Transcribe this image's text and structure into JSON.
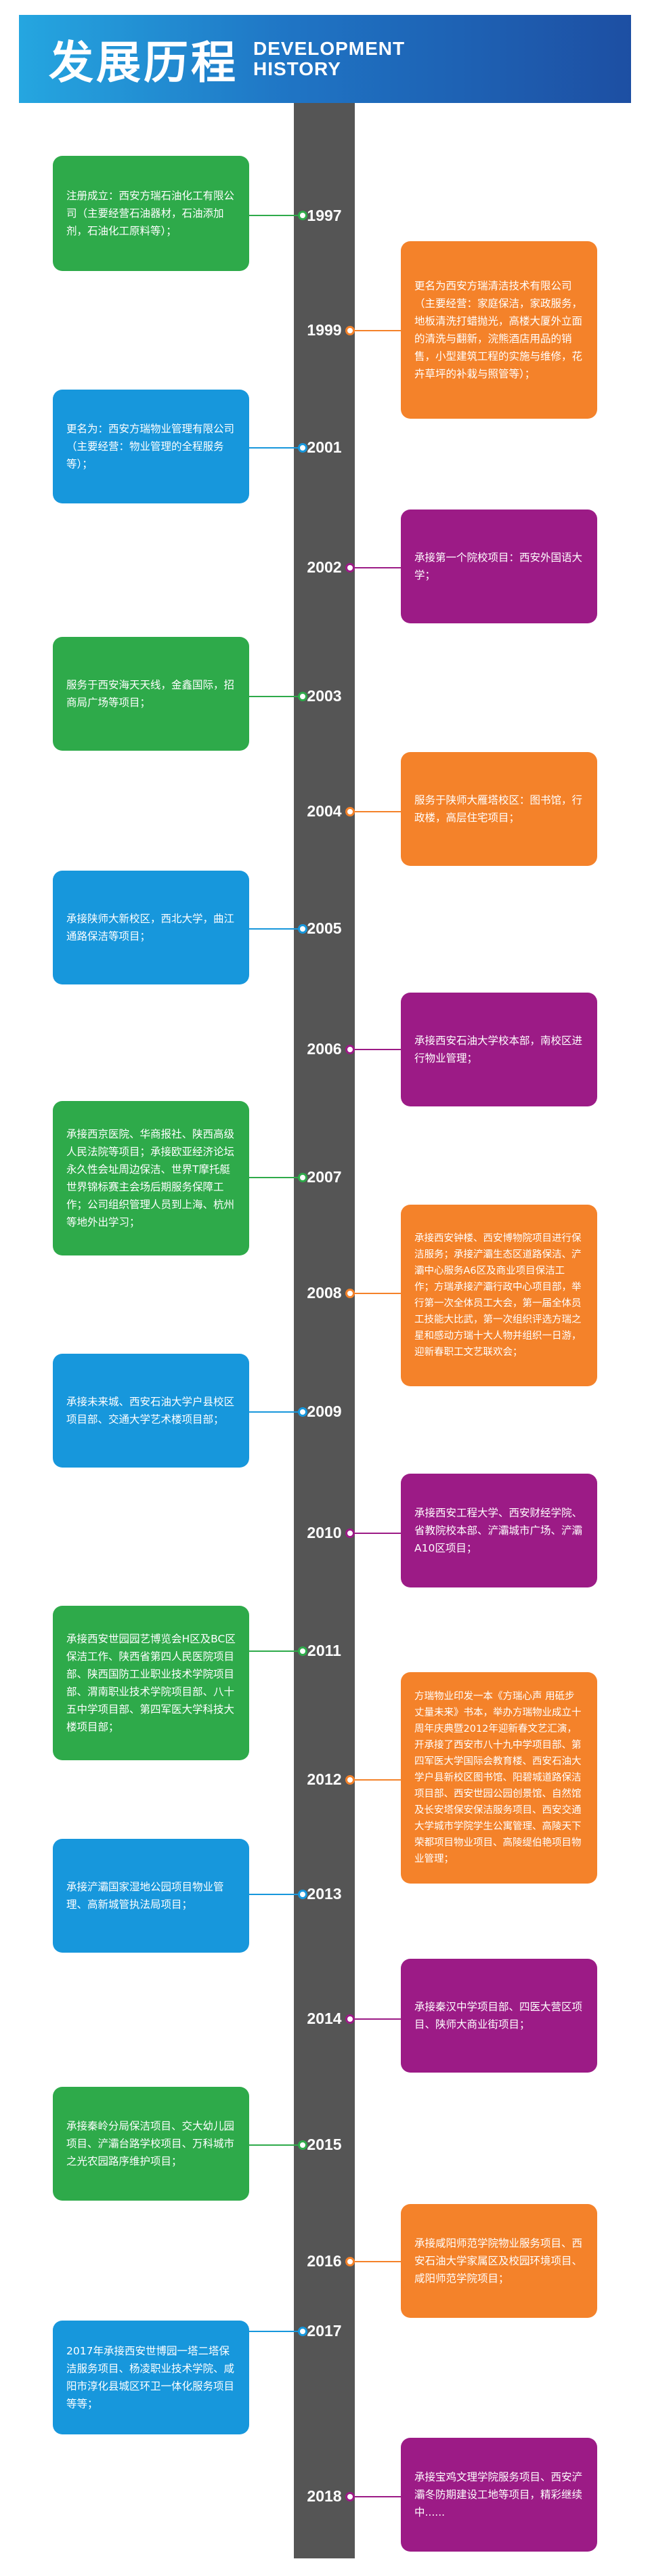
{
  "header": {
    "title_zh": "发展历程",
    "title_en_line1": "DEVELOPMENT",
    "title_en_line2": "HISTORY"
  },
  "colors": {
    "green": "#2eaa4a",
    "blue": "#1797dc",
    "orange": "#f4822a",
    "purple": "#9c1b86",
    "axis": "#555555"
  },
  "events": [
    {
      "year": "1997",
      "text": "注册成立：西安方瑞石油化工有限公司（主要经营石油器材，石油添加剂，石油化工原料等）；"
    },
    {
      "year": "1999",
      "text": "更名为西安方瑞清洁技术有限公司（主要经营：家庭保洁，家政服务，地板清洗打蜡抛光，高楼大厦外立面的清洗与翻新，浣熊酒店用品的销售，小型建筑工程的实施与维修，花卉草坪的补栽与照管等）；"
    },
    {
      "year": "2001",
      "text": "更名为：西安方瑞物业管理有限公司（主要经营：物业管理的全程服务等）；"
    },
    {
      "year": "2002",
      "text": "承接第一个院校项目：西安外国语大学；"
    },
    {
      "year": "2003",
      "text": "服务于西安海天天线，金鑫国际，招商局广场等项目；"
    },
    {
      "year": "2004",
      "text": "服务于陕师大雁塔校区：图书馆，行政楼，高层住宅项目；"
    },
    {
      "year": "2005",
      "text": "承接陕师大新校区，西北大学，曲江通路保洁等项目；"
    },
    {
      "year": "2006",
      "text": "承接西安石油大学校本部，南校区进行物业管理；"
    },
    {
      "year": "2007",
      "text": "承接西京医院、华商报社、陕西高级人民法院等项目；承接欧亚经济论坛永久性会址周边保洁、世界T摩托艇世界锦标赛主会场后期服务保障工作；公司组织管理人员到上海、杭州等地外出学习；"
    },
    {
      "year": "2008",
      "text": "承接西安钟楼、西安博物院项目进行保洁服务；承接浐灞生态区道路保洁、浐灞中心服务A6区及商业项目保洁工作；方瑞承接浐灞行政中心项目部，举行第一次全体员工大会，第一届全体员工技能大比武，第一次组织评选方瑞之星和感动方瑞十大人物并组织一日游，迎新春职工文艺联欢会；"
    },
    {
      "year": "2009",
      "text": "承接未来城、西安石油大学户县校区项目部、交通大学艺术楼项目部；"
    },
    {
      "year": "2010",
      "text": "承接西安工程大学、西安财经学院、省教院校本部、浐灞城市广场、浐灞A10区项目；"
    },
    {
      "year": "2011",
      "text": "承接西安世园园艺博览会H区及BC区保洁工作、陕西省第四人民医院项目部、陕西国防工业职业技术学院项目部、渭南职业技术学院项目部、八十五中学项目部、第四军医大学科技大楼项目部；"
    },
    {
      "year": "2012",
      "text": "方瑞物业印发一本《方瑞心声 用砥步丈量未来》书本，举办方瑞物业成立十周年庆典暨2012年迎新春文艺汇演，开承接了西安市八十九中学项目部、第四军医大学国际会教育楼、西安石油大学户县新校区图书馆、阳碧城道路保洁项目部、西安世园公园创景馆、自然馆及长安塔保安保洁服务项目、西安交通大学城市学院学生公寓管理、高陵天下荣都项目物业项目、高陵缇伯艳项目物业管理；"
    },
    {
      "year": "2013",
      "text": "承接浐灞国家湿地公园项目物业管理、高新城管执法局项目；"
    },
    {
      "year": "2014",
      "text": "承接秦汉中学项目部、四医大营区项目、陕师大商业街项目；"
    },
    {
      "year": "2015",
      "text": "承接秦岭分局保洁项目、交大幼儿园项目、浐灞台路学校项目、万科城市之光农园路序维护项目；"
    },
    {
      "year": "2016",
      "text": "承接咸阳师范学院物业服务项目、西安石油大学家属区及校园环境项目、咸阳师范学院项目；"
    },
    {
      "year": "2017",
      "text": "2017年承接西安世博园一塔二塔保洁服务项目、杨凌职业技术学院、咸阳市淳化县城区环卫一体化服务项目等等；"
    },
    {
      "year": "2018",
      "text": "承接宝鸡文理学院服务项目、西安浐灞冬防期建设工地等项目，精彩继续中......"
    }
  ]
}
